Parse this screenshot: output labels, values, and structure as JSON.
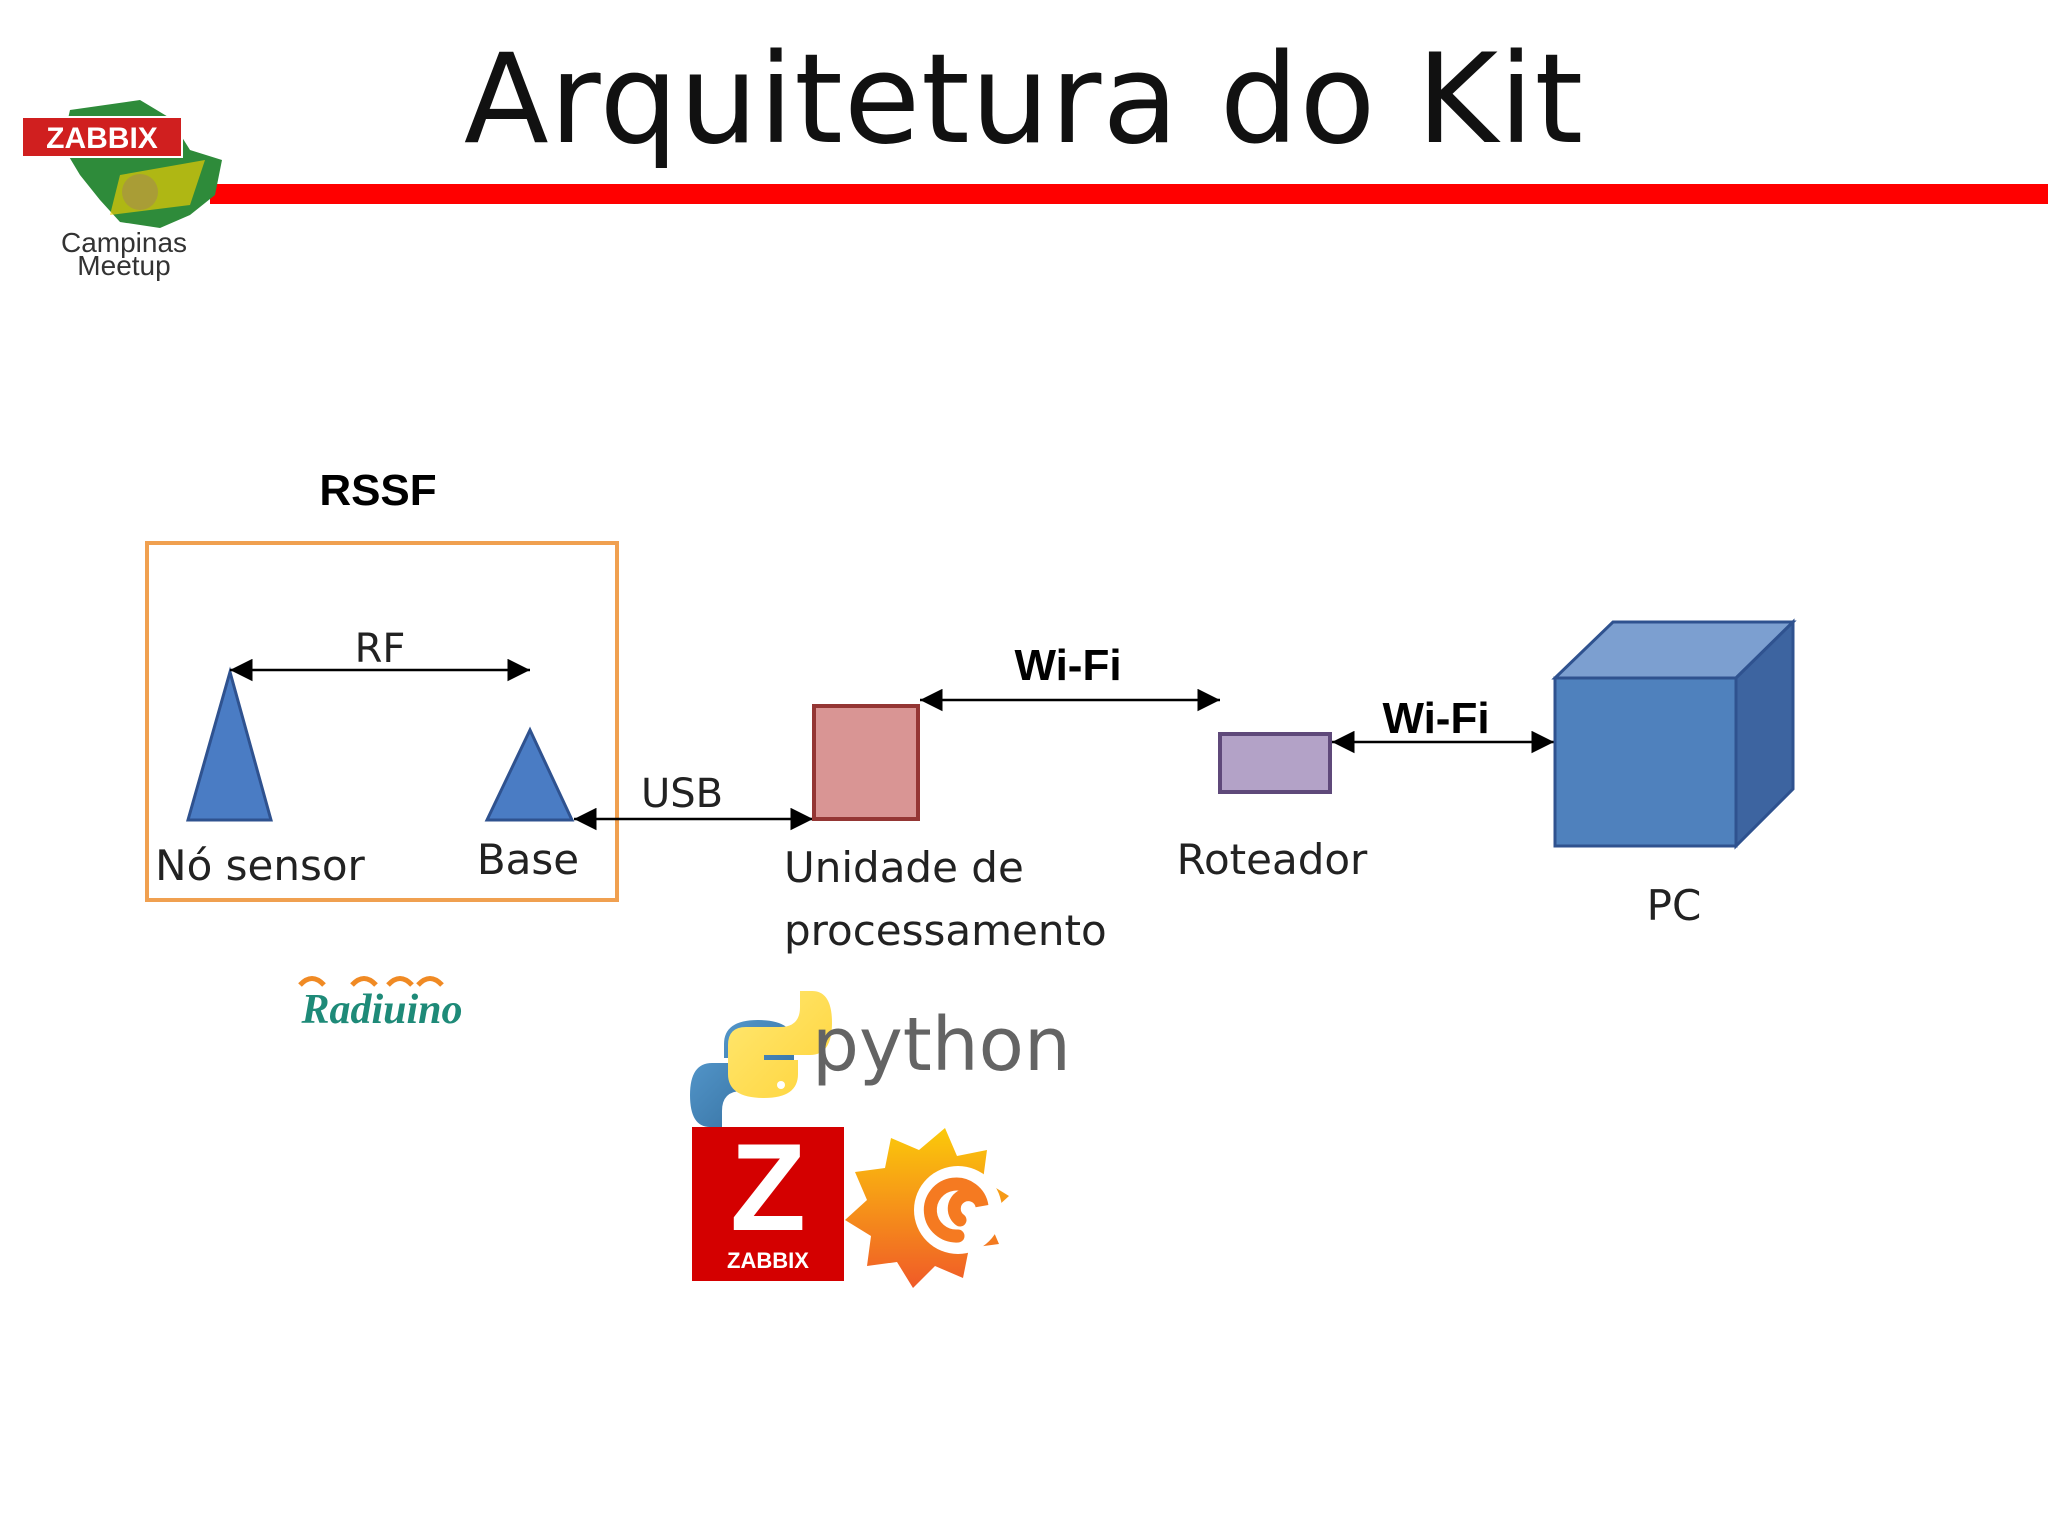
{
  "slide": {
    "title": "Arquitetura do Kit",
    "brand_colors": {
      "accent_bar": "#ff0000",
      "frame": "#f0a050"
    }
  },
  "logo": {
    "badge": "ZABBIX",
    "line1": "Campinas",
    "line2": "Meetup"
  },
  "diagram": {
    "group_label": "RSSF",
    "nodes": {
      "sensor": "Nó sensor",
      "base": "Base",
      "processing_line1": "Unidade de",
      "processing_line2": "processamento",
      "router": "Roteador",
      "pc": "PC"
    },
    "links": {
      "rf": "RF",
      "usb": "USB",
      "wifi_1": "Wi-Fi",
      "wifi_2": "Wi-Fi"
    },
    "colors": {
      "triangle": "#4a7cc4",
      "processing": "#d99594",
      "router": "#b3a2c7",
      "cube_front": "#4f81bd",
      "cube_top": "#7c9fd0",
      "cube_side": "#3d64a0"
    }
  },
  "tech_logos": {
    "radiuino": "Radiuino",
    "python": "python",
    "zabbix": "ZABBIX",
    "zabbix_letter": "Z",
    "grafana_icon": "grafana-swirl-icon"
  }
}
